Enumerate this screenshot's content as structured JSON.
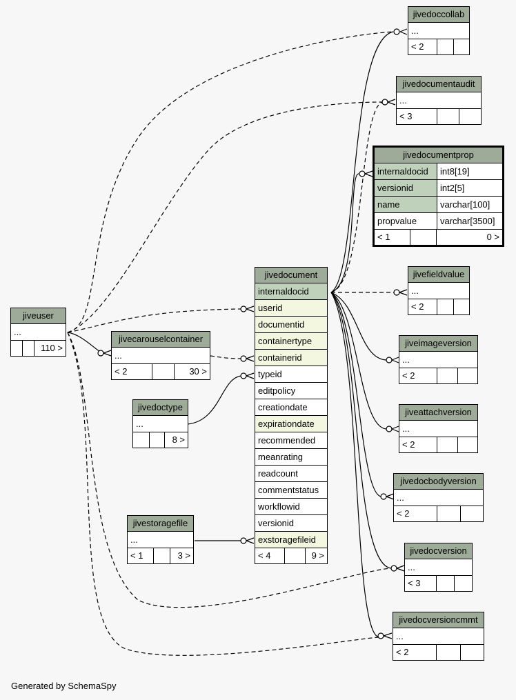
{
  "footer": {
    "generated_by": "Generated by SchemaSpy"
  },
  "tables": {
    "jiveuser": {
      "name": "jiveuser",
      "ellipsis": "...",
      "parents": "",
      "children": "110 >"
    },
    "jivecarouselcontainer": {
      "name": "jivecarouselcontainer",
      "ellipsis": "...",
      "parents": "< 2",
      "children": "30 >"
    },
    "jivedoctype": {
      "name": "jivedoctype",
      "ellipsis": "...",
      "parents": "",
      "children": "8 >"
    },
    "jivestoragefile": {
      "name": "jivestoragefile",
      "ellipsis": "...",
      "parents": "< 1",
      "children": "3 >"
    },
    "jivedocument": {
      "name": "jivedocument",
      "columns": [
        {
          "name": "internaldocid",
          "kind": "pk"
        },
        {
          "name": "userid",
          "kind": "fk"
        },
        {
          "name": "documentid",
          "kind": "fk"
        },
        {
          "name": "containertype",
          "kind": "fk"
        },
        {
          "name": "containerid",
          "kind": "fk"
        },
        {
          "name": "typeid",
          "kind": "w"
        },
        {
          "name": "editpolicy",
          "kind": "w"
        },
        {
          "name": "creationdate",
          "kind": "w"
        },
        {
          "name": "expirationdate",
          "kind": "fk"
        },
        {
          "name": "recommended",
          "kind": "w"
        },
        {
          "name": "meanrating",
          "kind": "w"
        },
        {
          "name": "readcount",
          "kind": "w"
        },
        {
          "name": "commentstatus",
          "kind": "w"
        },
        {
          "name": "workflowid",
          "kind": "w"
        },
        {
          "name": "versionid",
          "kind": "w"
        },
        {
          "name": "exstoragefileid",
          "kind": "fk"
        }
      ],
      "parents": "< 4",
      "children": "9 >"
    },
    "jivedoccollab": {
      "name": "jivedoccollab",
      "ellipsis": "...",
      "parents": "< 2",
      "children": ""
    },
    "jivedocumentaudit": {
      "name": "jivedocumentaudit",
      "ellipsis": "...",
      "parents": "< 3",
      "children": ""
    },
    "jivedocumentprop": {
      "name": "jivedocumentprop",
      "columns": [
        {
          "name": "internaldocid",
          "type": "int8[19]",
          "kind": "pk"
        },
        {
          "name": "versionid",
          "type": "int2[5]",
          "kind": "pk"
        },
        {
          "name": "name",
          "type": "varchar[100]",
          "kind": "pk"
        },
        {
          "name": "propvalue",
          "type": "varchar[3500]",
          "kind": "w"
        }
      ],
      "parents": "< 1",
      "children": "0 >"
    },
    "jivefieldvalue": {
      "name": "jivefieldvalue",
      "ellipsis": "...",
      "parents": "< 2",
      "children": ""
    },
    "jiveimageversion": {
      "name": "jiveimageversion",
      "ellipsis": "...",
      "parents": "< 2",
      "children": ""
    },
    "jiveattachversion": {
      "name": "jiveattachversion",
      "ellipsis": "...",
      "parents": "< 2",
      "children": ""
    },
    "jivedocbodyversion": {
      "name": "jivedocbodyversion",
      "ellipsis": "...",
      "parents": "< 2",
      "children": ""
    },
    "jivedocversion": {
      "name": "jivedocversion",
      "ellipsis": "...",
      "parents": "< 3",
      "children": ""
    },
    "jivedocversioncmmt": {
      "name": "jivedocversioncmmt",
      "ellipsis": "...",
      "parents": "< 2",
      "children": ""
    }
  }
}
